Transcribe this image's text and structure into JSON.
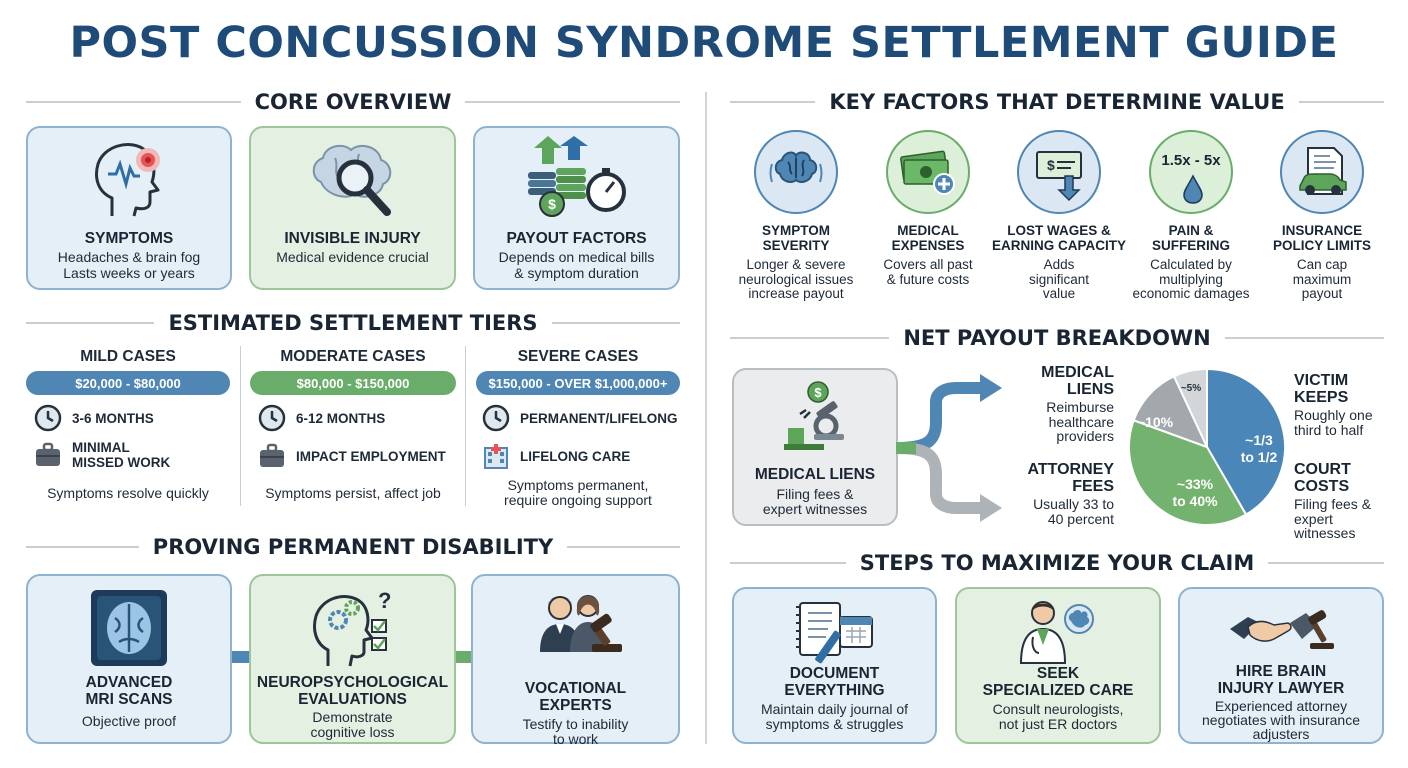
{
  "title": "POST CONCUSSION SYNDROME SETTLEMENT GUIDE",
  "sections": {
    "core": "CORE OVERVIEW",
    "tiers": "ESTIMATED SETTLEMENT TIERS",
    "proving": "PROVING PERMANENT DISABILITY",
    "factors": "KEY FACTORS THAT DETERMINE VALUE",
    "net": "NET PAYOUT BREAKDOWN",
    "steps": "STEPS TO MAXIMIZE YOUR CLAIM"
  },
  "core_cards": [
    {
      "title": "SYMPTOMS",
      "desc1": "Headaches & brain fog",
      "desc2": "Lasts weeks or years",
      "icon": "head-pain-icon"
    },
    {
      "title": "INVISIBLE INJURY",
      "desc1": "Medical evidence crucial",
      "desc2": "",
      "icon": "brain-magnifier-icon"
    },
    {
      "title": "PAYOUT FACTORS",
      "desc1": "Depends on medical bills",
      "desc2": "& symptom duration",
      "icon": "money-stopwatch-icon"
    }
  ],
  "tiers": [
    {
      "name": "MILD CASES",
      "range": "$20,000 - $80,000",
      "duration": "3-6 MONTHS",
      "impact1": "MINIMAL",
      "impact2": "MISSED WORK",
      "foot1": "Symptoms resolve quickly",
      "foot2": ""
    },
    {
      "name": "MODERATE CASES",
      "range": "$80,000 - $150,000",
      "duration": "6-12 MONTHS",
      "impact1": "IMPACT EMPLOYMENT",
      "impact2": "",
      "foot1": "Symptoms persist, affect job",
      "foot2": ""
    },
    {
      "name": "SEVERE CASES",
      "range": "$150,000 - OVER $1,000,000+",
      "duration": "PERMANENT/LIFELONG",
      "impact1": "LIFELONG CARE",
      "impact2": "",
      "foot1": "Symptoms permanent,",
      "foot2": "require ongoing support"
    }
  ],
  "proving_cards": [
    {
      "title1": "ADVANCED",
      "title2": "MRI SCANS",
      "desc1": "Objective proof",
      "desc2": "",
      "icon": "mri-scan-icon"
    },
    {
      "title1": "NEUROPSYCHOLOGICAL",
      "title2": "EVALUATIONS",
      "desc1": "Demonstrate",
      "desc2": "cognitive loss",
      "icon": "cognitive-test-icon"
    },
    {
      "title1": "VOCATIONAL",
      "title2": "EXPERTS",
      "desc1": "Testify to inability",
      "desc2": "to work",
      "icon": "experts-gavel-icon"
    }
  ],
  "factors": [
    {
      "title1": "SYMPTOM",
      "title2": "SEVERITY",
      "desc": [
        "Longer & severe",
        "neurological issues",
        "increase payout"
      ],
      "icon": "brain-signal-icon"
    },
    {
      "title1": "MEDICAL",
      "title2": "EXPENSES",
      "desc": [
        "Covers all past",
        "& future costs"
      ],
      "icon": "cash-plus-icon"
    },
    {
      "title1": "LOST WAGES &",
      "title2": "EARNING CAPACITY",
      "desc": [
        "Adds",
        "significant",
        "value"
      ],
      "icon": "paycheck-down-icon"
    },
    {
      "title1": "PAIN &",
      "title2": "SUFFERING",
      "desc": [
        "Calculated by",
        "multiplying",
        "economic damages"
      ],
      "multiplier": "1.5x - 5x",
      "icon": "tear-drop-icon"
    },
    {
      "title1": "INSURANCE",
      "title2": "POLICY LIMITS",
      "desc": [
        "Can cap",
        "maximum",
        "payout"
      ],
      "icon": "car-policy-icon"
    }
  ],
  "net": {
    "box_title": "MEDICAL LIENS",
    "box_desc1": "Filing fees &",
    "box_desc2": "expert witnesses",
    "labels": {
      "liens_t1": "MEDICAL",
      "liens_t2": "LIENS",
      "liens_d": [
        "Reimburse",
        "healthcare",
        "providers"
      ],
      "attorney_t1": "ATTORNEY",
      "attorney_t2": "FEES",
      "attorney_d": [
        "Usually 33 to",
        "40 percent"
      ],
      "victim_t1": "VICTIM",
      "victim_t2": "KEEPS",
      "victim_d": [
        "Roughly one",
        "third to half"
      ],
      "court_t1": "COURT",
      "court_t2": "COSTS",
      "court_d": [
        "Filing fees &",
        "expert",
        "witnesses"
      ]
    },
    "pie": {
      "slices": [
        {
          "label1": "~1/3",
          "label2": "to 1/2",
          "color": "#4a86b8"
        },
        {
          "label1": "~33%",
          "label2": "to 40%",
          "color": "#74b36f"
        },
        {
          "label1": "~10%",
          "label2": "",
          "color": "#a3a8ad"
        },
        {
          "label1": "~5%",
          "label2": "",
          "color": "#d3d6d9"
        }
      ]
    }
  },
  "steps": [
    {
      "title1": "DOCUMENT",
      "title2": "EVERYTHING",
      "desc1": "Maintain daily journal of",
      "desc2": "symptoms & struggles",
      "icon": "journal-calendar-icon"
    },
    {
      "title1": "SEEK",
      "title2": "SPECIALIZED CARE",
      "desc1": "Consult neurologists,",
      "desc2": "not just ER doctors",
      "icon": "doctor-brain-icon"
    },
    {
      "title1": "HIRE BRAIN",
      "title2": "INJURY LAWYER",
      "desc1": "Experienced attorney",
      "desc2": "negotiates with insurance",
      "desc3": "adjusters",
      "icon": "handshake-gavel-icon"
    }
  ]
}
